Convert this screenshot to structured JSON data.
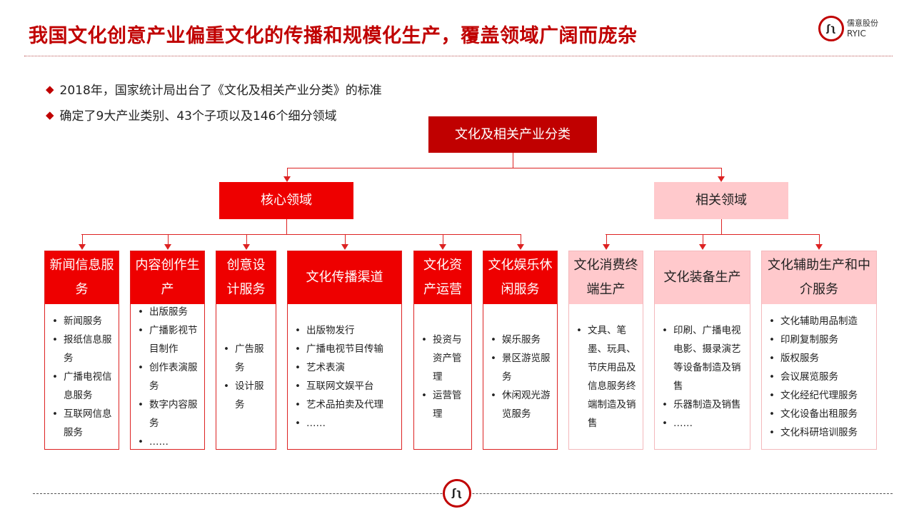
{
  "title": "我国文化创意产业偏重文化的传播和规模化生产，覆盖领域广阔而庞杂",
  "logo": {
    "name": "儒意股份",
    "abbr": "RYIC",
    "mark": "ᠰᠰ"
  },
  "bullets": [
    "2018年，国家统计局出台了《文化及相关产业分类》的标准",
    "确定了9大产业类别、43个子项以及146个细分领域"
  ],
  "root": "文化及相关产业分类",
  "core": "核心领域",
  "related": "相关领域",
  "categories": [
    {
      "title": "新闻信息服务",
      "items": [
        "新闻服务",
        "报纸信息服务",
        "广播电视信息服务",
        "互联网信息服务"
      ]
    },
    {
      "title": "内容创作生产",
      "items": [
        "出版服务",
        "广播影视节目制作",
        "创作表演服务",
        "数字内容服务",
        "……"
      ]
    },
    {
      "title": "创意设计服务",
      "items": [
        "广告服务",
        "设计服务"
      ]
    },
    {
      "title": "文化传播渠道",
      "items": [
        "出版物发行",
        "广播电视节目传输",
        "艺术表演",
        "互联网文娱平台",
        "艺术品拍卖及代理",
        "……"
      ]
    },
    {
      "title": "文化资产运营",
      "items": [
        "投资与资产管理",
        "运营管理"
      ]
    },
    {
      "title": "文化娱乐休闲服务",
      "items": [
        "娱乐服务",
        "景区游览服务",
        "休闲观光游览服务"
      ]
    },
    {
      "title": "文化消费终端生产",
      "items": [
        "文具、笔墨、玩具、节庆用品及信息服务终端制造及销售"
      ]
    },
    {
      "title": "文化装备生产",
      "items": [
        "印刷、广播电视电影、摄录演艺等设备制造及销售",
        "乐器制造及销售",
        "……"
      ]
    },
    {
      "title": "文化辅助生产和中介服务",
      "items": [
        "文化辅助用品制造",
        "印刷复制服务",
        "版权服务",
        "会议展览服务",
        "文化经纪代理服务",
        "文化设备出租服务",
        "文化科研培训服务"
      ]
    }
  ],
  "colors": {
    "dark_red": "#C00000",
    "red": "#EE0000",
    "pink": "#FFC9CC"
  }
}
